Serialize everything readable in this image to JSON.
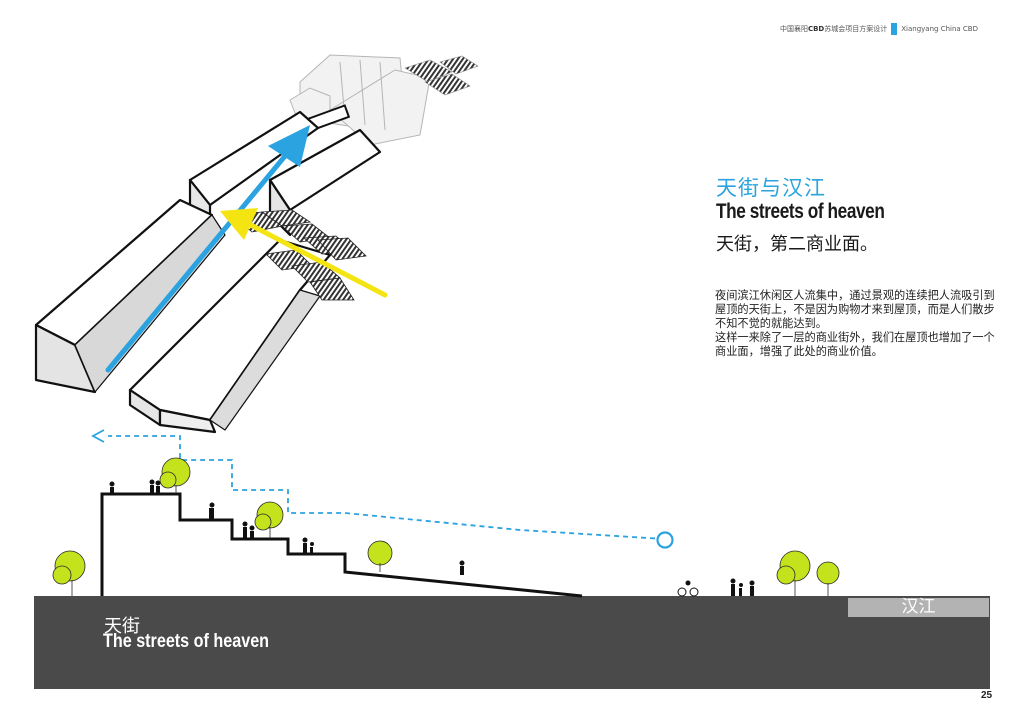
{
  "header": {
    "project_prefix": "中国襄阳",
    "project_cbd": "CBD",
    "project_suffix": "苏城会项目方案设计",
    "project_en": "Xiangyang China CBD"
  },
  "title": {
    "cn": "天街与汉江",
    "en": "The streets of heaven",
    "sub": "天街，第二商业面。"
  },
  "body": [
    "夜间滨江休闲区人流集中，通过景观的连续把人流吸引到屋顶的天街上，不是因为购物才来到屋顶，而是人们散步不知不觉的就能达到。",
    "这样一来除了一层的商业街外，我们在屋顶也增加了一个商业面，增强了此处的商业价值。"
  ],
  "section": {
    "ground_cn": "天街",
    "ground_en": "The streets of heaven",
    "river_label": "汉江"
  },
  "page_number": "25",
  "colors": {
    "accent_blue": "#2aa3e0",
    "arrow_yellow": "#f4e411",
    "ground_dark": "#4a4a4a",
    "river_gray": "#b3b3b3",
    "tree_green": "#c4e31c"
  }
}
